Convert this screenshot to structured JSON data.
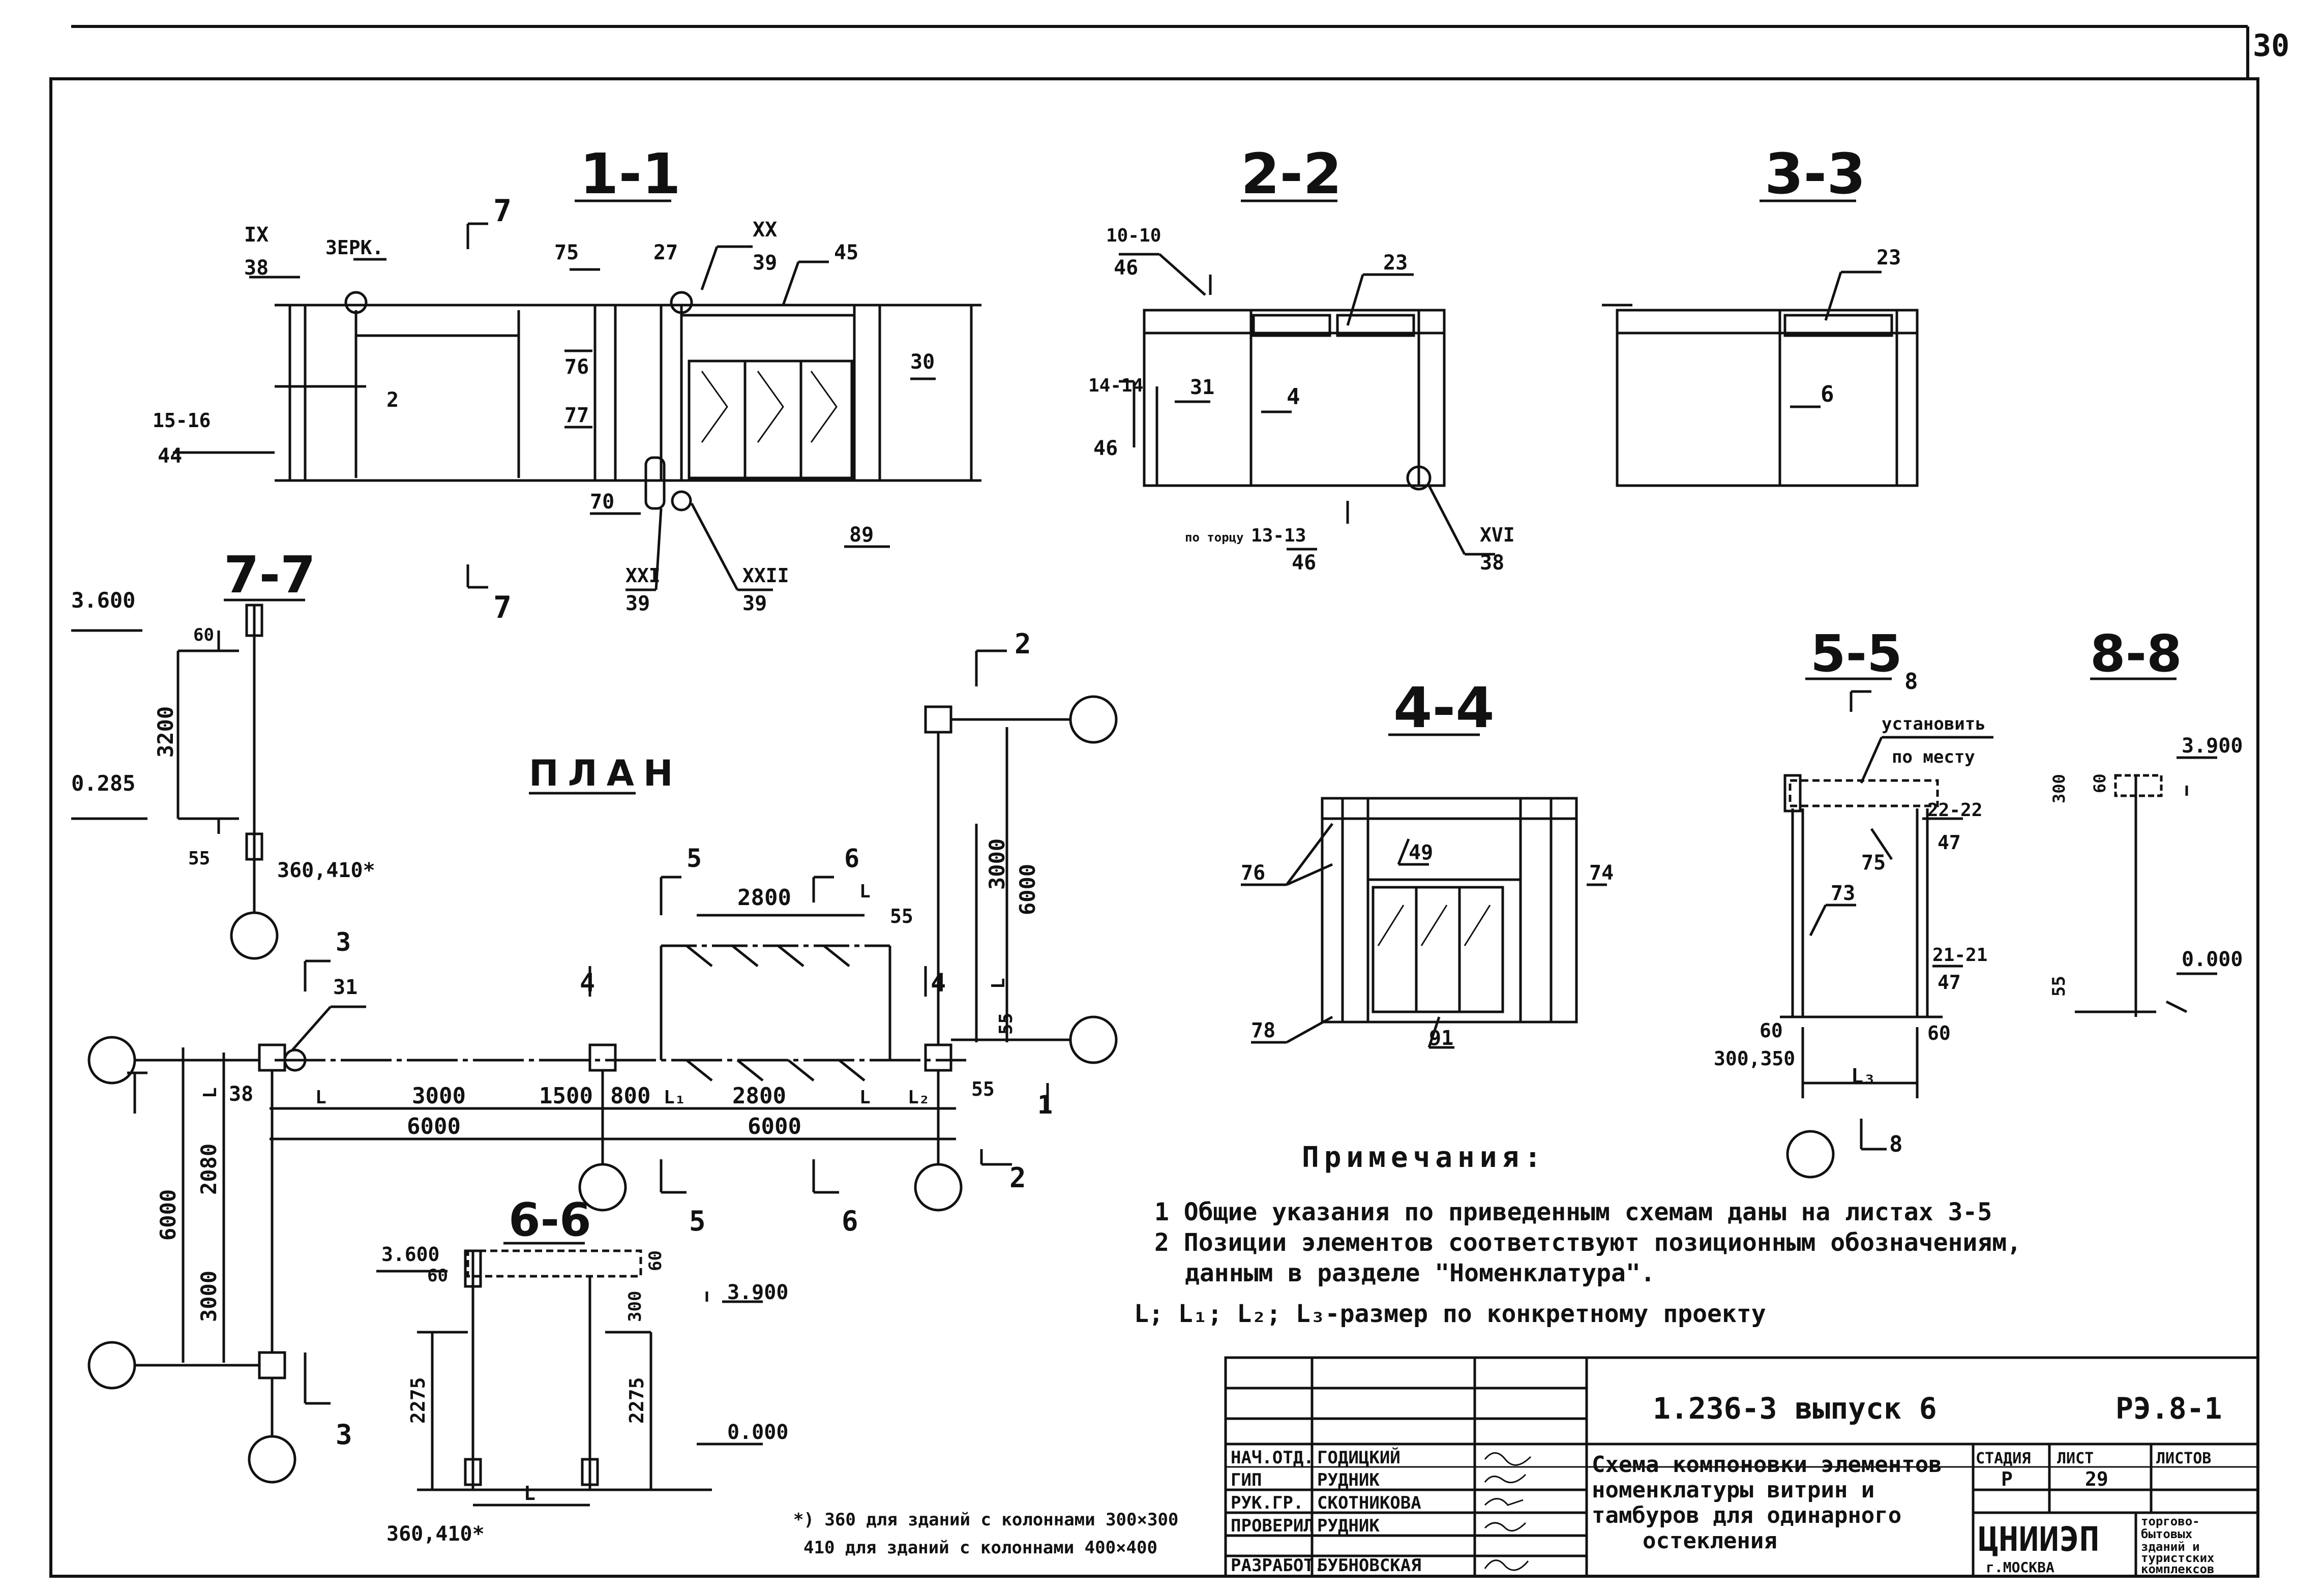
{
  "sheet": {
    "page_number": "30",
    "plan_title": "ПЛАН"
  },
  "sections": {
    "s11": "1-1",
    "s22": "2-2",
    "s33": "3-3",
    "s44": "4-4",
    "s55": "5-5",
    "s66": "6-6",
    "s77": "7-7",
    "s88": "8-8"
  },
  "labels_11": {
    "node_ix": "IX",
    "node_ix_sheet": "38",
    "mirror": "ЗЕРК.",
    "n75": "75",
    "n27": "27",
    "node_xx": "XX",
    "node_xx_sheet": "39",
    "n45": "45",
    "cut_1516": "15-16",
    "cut_1516_sheet": "44",
    "n2": "2",
    "n76": "76",
    "n77": "77",
    "n30": "30",
    "n70": "70",
    "n89": "89",
    "node_xxi": "XXI",
    "node_xxi_sheet": "39",
    "node_xxii": "XXII",
    "node_xxii_sheet": "39",
    "arrow7_top": "7",
    "arrow7_bottom": "7"
  },
  "labels_22": {
    "cut_1010": "10-10",
    "cut_1010_sheet": "46",
    "n23": "23",
    "cut_1414": "14-14",
    "cut_1414_sheet": "46",
    "n31": "31",
    "n4": "4",
    "cut_1313_prefix": "по торцу",
    "cut_1313": "13-13",
    "cut_1313_sheet": "46",
    "node_xvi": "XVI",
    "node_xvi_sheet": "38"
  },
  "labels_33": {
    "n23": "23",
    "n6": "6"
  },
  "labels_44": {
    "n49": "49",
    "n76": "76",
    "n74": "74",
    "n78": "78",
    "n91": "91"
  },
  "labels_55": {
    "arrow8_top": "8",
    "install_1": "установить",
    "install_2": "по месту",
    "cut_2222": "22-22",
    "cut_2222_sheet": "47",
    "n75": "75",
    "n73": "73",
    "cut_2121": "21-21",
    "cut_2121_sheet": "47",
    "d60a": "60",
    "d60b": "60",
    "d300350": "300,350",
    "dL3": "L₃",
    "arrow8_bottom": "8"
  },
  "labels_88": {
    "el3900": "3.900",
    "d300": "300",
    "d60": "60",
    "el0000": "0.000",
    "d55": "55"
  },
  "labels_77": {
    "el3600": "3.600",
    "d60": "60",
    "d3200": "3200",
    "el0285": "0.285",
    "d55": "55",
    "d360410": "360,410*"
  },
  "labels_plan": {
    "arrow5": "5",
    "arrow6": "6",
    "d2800top": "2800",
    "dL": "L",
    "d55": "55",
    "arrow4": "4",
    "arrow4b": "4",
    "arrow3": "3",
    "n31": "31",
    "n38": "38",
    "d3000": "3000",
    "d1500": "1500",
    "d800": "800",
    "dL1": "L₁",
    "d2800": "2800",
    "dL_a": "L",
    "dL_b": "L",
    "dL2": "L₂",
    "d55b": "55",
    "d55c": "55",
    "d6000a": "6000",
    "d6000b": "6000",
    "arrow2_top": "2",
    "arrow2_bottom": "2",
    "v3000": "3000",
    "v6000": "6000",
    "vL": "L",
    "left6000": "6000",
    "left2080": "2080",
    "left3000": "3000",
    "leftL": "L",
    "arrow5b": "5",
    "arrow6b": "6",
    "arrow3b": "3",
    "arrow1": "1"
  },
  "labels_66": {
    "el3600": "3.600",
    "d60": "60",
    "el3900": "3.900",
    "d300": "300",
    "d60b": "60",
    "d2275a": "2275",
    "d2275b": "2275",
    "el0000": "0.000",
    "dL": "L",
    "d360410": "360,410*"
  },
  "notes": {
    "title": "Примечания:",
    "n1": "1 Общие указания по приведенным схемам даны на листах 3-5",
    "n2": "2 Позиции элементов соответствуют позиционным обозначениям,",
    "n2b": "данным в разделе \"Номенклатура\".",
    "n3": "L; L₁; L₂; L₃-размер по конкретному проекту",
    "f1": "*) 360 для зданий с колоннами 300×300",
    "f2": "410 для зданий с колоннами 400×400"
  },
  "title_block": {
    "code": "1.236-3  выпуск 6",
    "sheet_code": "РЭ.8-1",
    "roles": [
      "НАЧ.ОТД.",
      "ГИП",
      "РУК.ГР.",
      "ПРОВЕРИЛ",
      "РАЗРАБОТ."
    ],
    "names": [
      "ГОДИЦКИЙ",
      "РУДНИК",
      "СКОТНИКОВА",
      "РУДНИК",
      "БУБНОВСКАЯ"
    ],
    "title_1": "Схема компоновки элементов",
    "title_2": "номенклатуры витрин и",
    "title_3": "тамбуров для одинарного",
    "title_4": "остекления",
    "stage_h": "СТАДИЯ",
    "sheet_h": "ЛИСТ",
    "sheets_h": "ЛИСТОВ",
    "stage": "Р",
    "sheet": "29",
    "org": "ЦНИИЭП",
    "city": "г.МОСКВА",
    "dept_1": "торгово-",
    "dept_2": "бытовых",
    "dept_3": "зданий и",
    "dept_4": "туристских",
    "dept_5": "комплексов"
  }
}
